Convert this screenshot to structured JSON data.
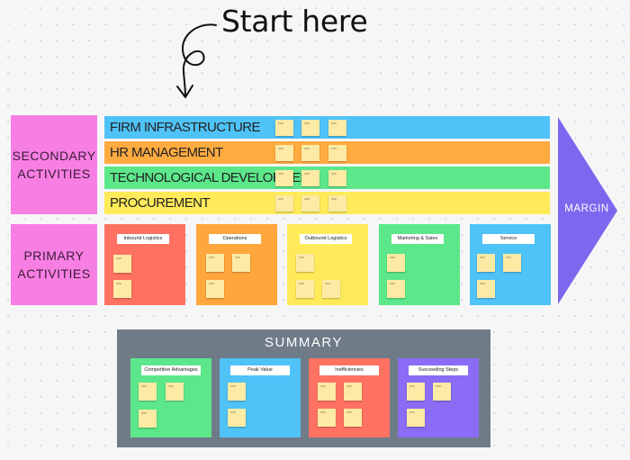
{
  "header": {
    "start_here": "Start here"
  },
  "secondary": {
    "label": "SECONDARY ACTIVITIES",
    "bars": [
      {
        "label": "FIRM INFRASTRUCTURE",
        "color": "#4fc3f7"
      },
      {
        "label": "HR MANAGEMENT",
        "color": "#ffab40"
      },
      {
        "label": "TECHNOLOGICAL DEVELOPMENT",
        "color": "#5ce88a"
      },
      {
        "label": "PROCUREMENT",
        "color": "#ffeb59"
      }
    ]
  },
  "primary": {
    "label": "PRIMARY ACTIVITIES",
    "cards": [
      {
        "title": "Inbound Logistics",
        "color": "#ff7262"
      },
      {
        "title": "Operations",
        "color": "#ffa63c"
      },
      {
        "title": "Outbound Logistics",
        "color": "#ffeb59"
      },
      {
        "title": "Marketing & Sales",
        "color": "#5ce88a"
      },
      {
        "title": "Service",
        "color": "#4fc3f7"
      }
    ]
  },
  "margin": {
    "label": "MARGIN",
    "color": "#7b68ee"
  },
  "summary": {
    "title": "SUMMARY",
    "cards": [
      {
        "title": "Competitive Advantages",
        "color": "#5ce88a"
      },
      {
        "title": "Peak Value",
        "color": "#4fc3f7"
      },
      {
        "title": "Inefficiencies",
        "color": "#ff7262"
      },
      {
        "title": "Succeeding Steps",
        "color": "#8b6cf7"
      }
    ]
  }
}
